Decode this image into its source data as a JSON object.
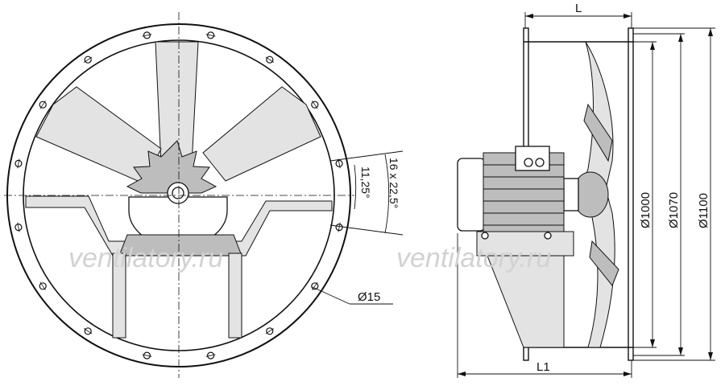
{
  "watermark": {
    "left": "ventilatory.ru",
    "right": "ventilatory.ru"
  },
  "front_view": {
    "angle_labels": {
      "holes": "16 x 22,5°",
      "half": "11,25°"
    },
    "hole_diameter": "Ø15",
    "bolt_count": 16
  },
  "side_view": {
    "width_label": "L",
    "base_label": "L1",
    "diameters": [
      "Ø1000",
      "Ø1070",
      "Ø1100"
    ]
  },
  "colors": {
    "line": "#111111",
    "fill_dark": "#bdbdbd",
    "fill_light": "#e3e3e3",
    "watermark": "#d2d2d2"
  }
}
